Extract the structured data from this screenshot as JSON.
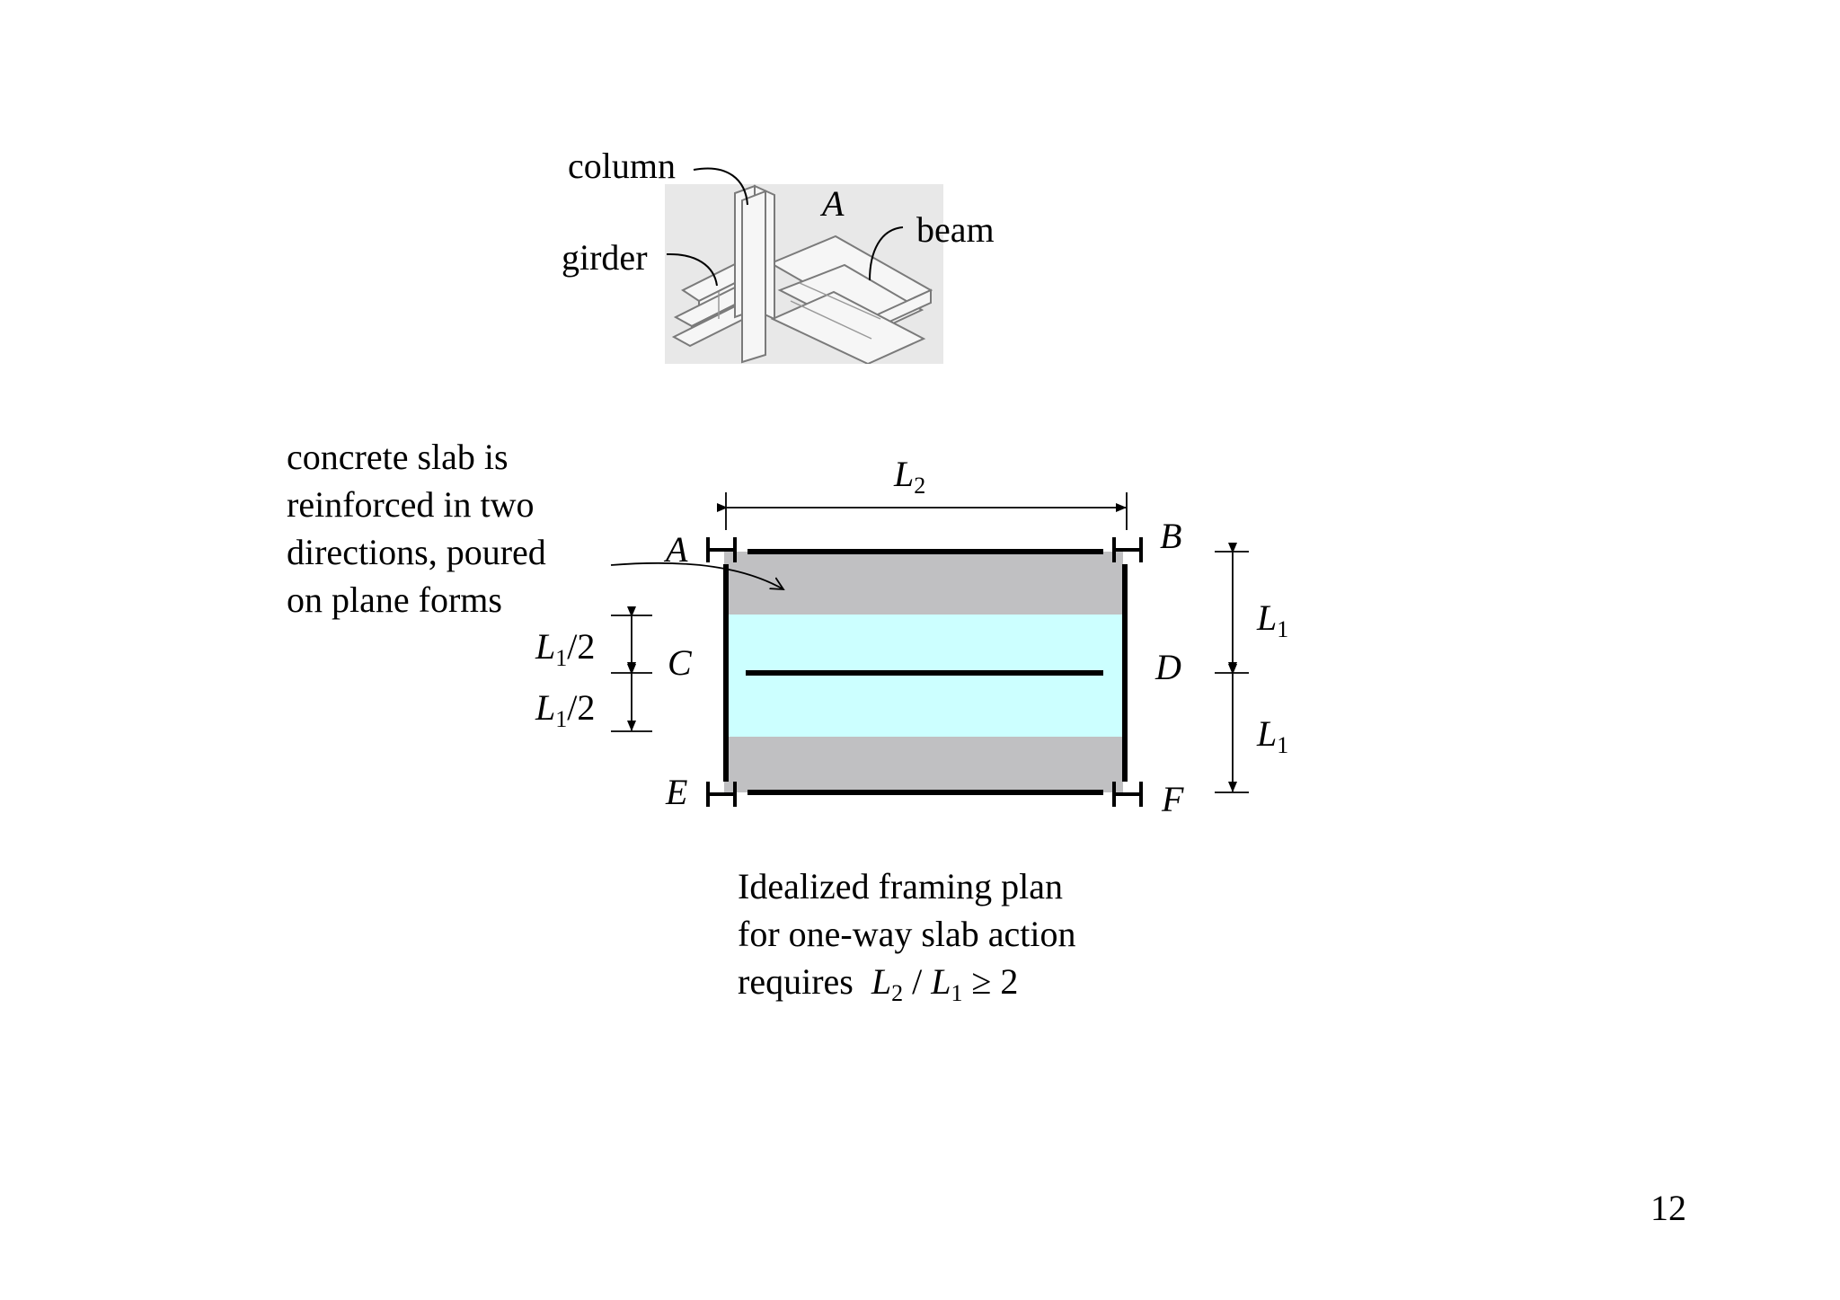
{
  "joint_figure": {
    "labels": {
      "column": "column",
      "girder": "girder",
      "beam": "beam",
      "joint": "A"
    }
  },
  "slab_note": {
    "lines": [
      "concrete slab is",
      "reinforced in two",
      "directions, poured",
      "on plane forms"
    ]
  },
  "framing_plan": {
    "corners": {
      "A": "A",
      "B": "B",
      "C": "C",
      "D": "D",
      "E": "E",
      "F": "F"
    },
    "dims": {
      "top_L": "L",
      "top_sub": "2",
      "right_upper_L": "L",
      "right_upper_sub": "1",
      "right_lower_L": "L",
      "right_lower_sub": "1",
      "left_upper_L": "L",
      "left_upper_sub": "1",
      "left_upper_tail": "/2",
      "left_lower_L": "L",
      "left_lower_sub": "1",
      "left_lower_tail": "/2"
    },
    "colors": {
      "edge_strip": "#c0c0c2",
      "middle_strip": "#ccffff"
    }
  },
  "caption": {
    "lines": [
      "Idealized framing plan",
      "for one-way slab action",
      "requires"
    ],
    "formula": {
      "L2": "L",
      "L2_sub": "2",
      "slash": "/",
      "L1": "L",
      "L1_sub": "1",
      "relation": "≥ 2"
    }
  },
  "page_number": "12"
}
